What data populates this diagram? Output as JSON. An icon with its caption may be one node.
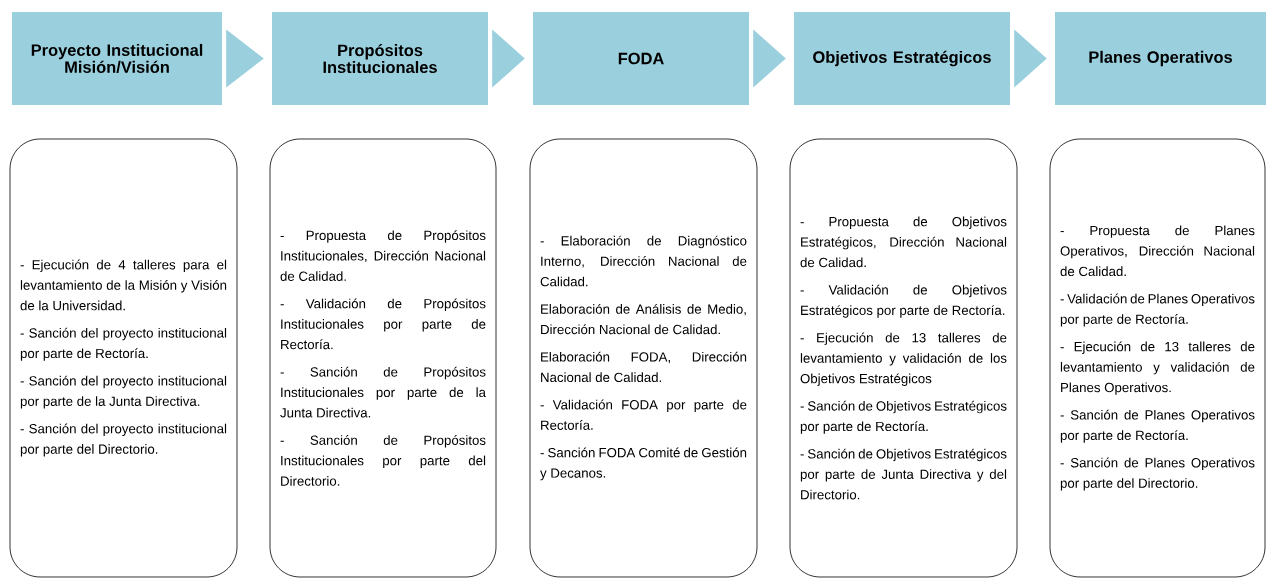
{
  "diagram": {
    "nodes": [
      {
        "text": [
          "Proyecto Institucional Misión/Visión"
        ]
      },
      {
        "text": [
          "Propósitos Institucionales"
        ]
      },
      {
        "text": [
          "FODA"
        ]
      },
      {
        "text": [
          "Objetivos Estratégicos"
        ]
      },
      {
        "text": [
          "Planes Operativos"
        ]
      },
      {
        "text": [
          "- Ejecución de 4 talleres para el levantamiento de la Misión y Visión de la Universidad.",
          "- Sanción del proyecto institucional por parte de Rectoría.",
          "- Sanción del proyecto institucional por parte de la Junta Directiva.",
          "- Sanción del proyecto institucional por parte del Directorio."
        ]
      },
      {
        "text": [
          "- Propuesta de Propósitos Institucionales, Dirección Nacional de Calidad.",
          "- Validación de Propósitos Institucionales por parte de Rectoría.",
          "- Sanción de Propósitos Institucionales por parte de la Junta Directiva.",
          "- Sanción de Propósitos Institucionales por parte del Directorio."
        ]
      },
      {
        "text": [
          "- Elaboración de Diagnóstico Interno, Dirección Nacional de Calidad.",
          "Elaboración de Análisis de Medio, Dirección Nacional de Calidad.",
          "Elaboración FODA, Dirección Nacional de Calidad.",
          "- Validación FODA por parte de Rectoría.",
          "- Sanción FODA Comité de Gestión y Decanos."
        ]
      },
      {
        "text": [
          "- Propuesta de Objetivos Estratégicos, Dirección Nacional de Calidad.",
          "- Validación de Objetivos Estratégicos por parte de Rectoría.",
          "- Ejecución de 13 talleres de levantamiento y validación de los Objetivos Estratégicos",
          "- Sanción de Objetivos Estratégicos por parte de Rectoría.",
          "- Sanción de Objetivos Estratégicos por parte de Junta Directiva y del Directorio."
        ]
      },
      {
        "text": [
          "- Propuesta de Planes Operativos, Dirección Nacional de Calidad.",
          "- Validación de Planes Operativos por parte de Rectoría.",
          "- Ejecución de 13 talleres de levantamiento y validación de Planes Operativos.",
          "- Sanción de Planes Operativos por parte de Rectoría.",
          "- Sanción de Planes Operativos por parte del Directorio."
        ]
      }
    ],
    "edges": [
      {
        "from": 0,
        "to": 1,
        "arrow": "to"
      },
      {
        "from": 1,
        "to": 2,
        "arrow": "to"
      },
      {
        "from": 2,
        "to": 3,
        "arrow": "to"
      },
      {
        "from": 3,
        "to": 4,
        "arrow": "to"
      }
    ]
  }
}
